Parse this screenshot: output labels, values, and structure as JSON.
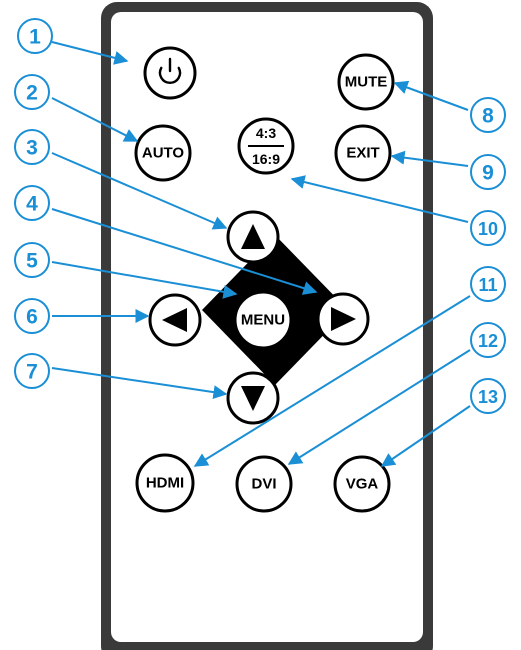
{
  "colors": {
    "accent": "#1a8fd6",
    "remote_body": "#3a3a3a",
    "remote_face": "#ffffff",
    "button_outline": "#000000",
    "dpad": "#000000"
  },
  "buttons": {
    "power": {
      "icon": "power-icon"
    },
    "mute": {
      "label": "MUTE"
    },
    "auto": {
      "label": "AUTO"
    },
    "aspect": {
      "top": "4:3",
      "bottom": "16:9"
    },
    "exit": {
      "label": "EXIT"
    },
    "up": {
      "icon": "arrow-up-icon"
    },
    "down": {
      "icon": "arrow-down-icon"
    },
    "left": {
      "icon": "arrow-left-icon"
    },
    "right": {
      "icon": "arrow-right-icon"
    },
    "menu": {
      "label": "MENU"
    },
    "hdmi": {
      "label": "HDMI"
    },
    "dvi": {
      "label": "DVI"
    },
    "vga": {
      "label": "VGA"
    }
  },
  "callouts": [
    {
      "num": "1",
      "target": "power"
    },
    {
      "num": "2",
      "target": "auto"
    },
    {
      "num": "3",
      "target": "up"
    },
    {
      "num": "4",
      "target": "right"
    },
    {
      "num": "5",
      "target": "menu"
    },
    {
      "num": "6",
      "target": "left"
    },
    {
      "num": "7",
      "target": "down"
    },
    {
      "num": "8",
      "target": "mute"
    },
    {
      "num": "9",
      "target": "exit"
    },
    {
      "num": "10",
      "target": "aspect"
    },
    {
      "num": "11",
      "target": "hdmi"
    },
    {
      "num": "12",
      "target": "dvi"
    },
    {
      "num": "13",
      "target": "vga"
    }
  ]
}
